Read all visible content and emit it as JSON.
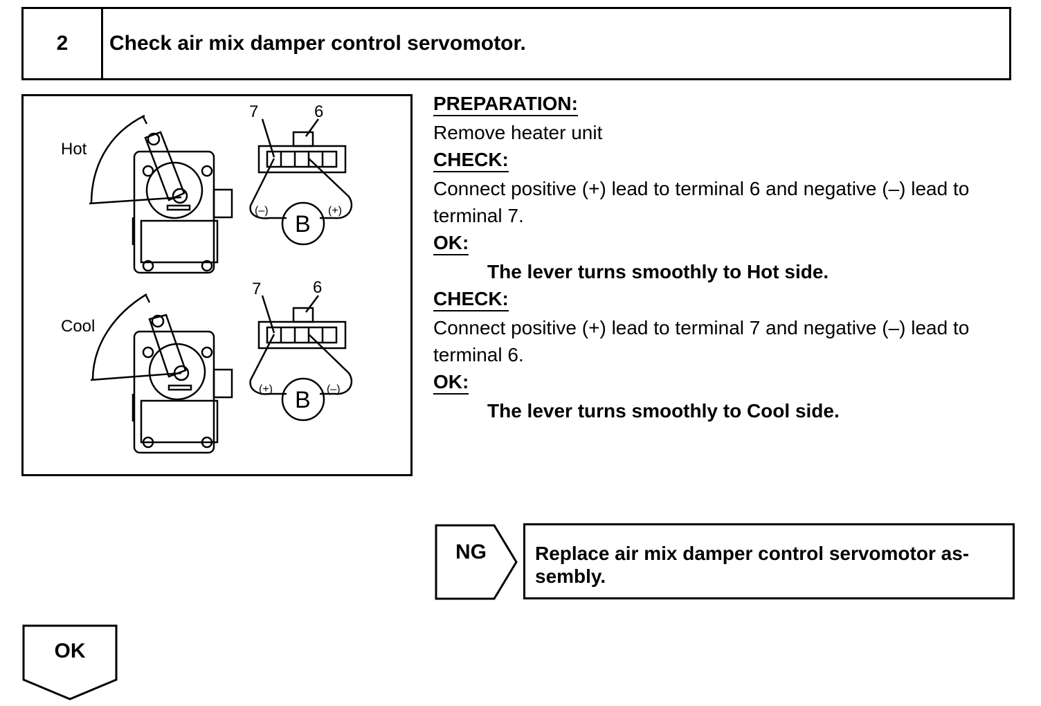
{
  "step": {
    "number": "2",
    "title": "Check air mix damper control servomotor."
  },
  "figure": {
    "hot_label": "Hot",
    "cool_label": "Cool",
    "terminal_7": "7",
    "terminal_6": "6",
    "battery_label": "B",
    "negative_sign": "(–)",
    "positive_sign": "(+)"
  },
  "instructions": {
    "preparation_heading": "PREPARATION:",
    "preparation_text": "Remove heater unit",
    "check1_heading": "CHECK:",
    "check1_text": "Connect positive (+) lead to terminal 6 and negative (–) lead to terminal 7.",
    "ok1_heading": "OK:",
    "ok1_result": "The lever turns smoothly to Hot side.",
    "check2_heading": "CHECK:",
    "check2_text": "Connect positive (+) lead to terminal 7 and negative (–) lead to terminal 6.",
    "ok2_heading": "OK:",
    "ok2_result": "The lever turns smoothly to Cool side."
  },
  "ng_branch": {
    "label": "NG",
    "action": "Replace air mix damper control servomotor as-sembly."
  },
  "ok_branch": {
    "label": "OK"
  }
}
